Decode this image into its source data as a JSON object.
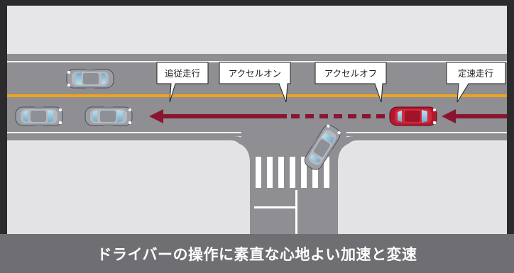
{
  "colors": {
    "road": "#8e8e93",
    "lane_divider": "#f0a21a",
    "arrow": "#8a1530",
    "highlight_car": "#b5172d",
    "other_cars": "#9a9ea5",
    "caption_bar": "#6f6f73"
  },
  "callouts": {
    "follow": "追従走行",
    "accel_on": "アクセルオン",
    "accel_off": "アクセルオフ",
    "cruise": "定速走行"
  },
  "caption": "ドライバーの操作に素直な心地よい加速と変速"
}
